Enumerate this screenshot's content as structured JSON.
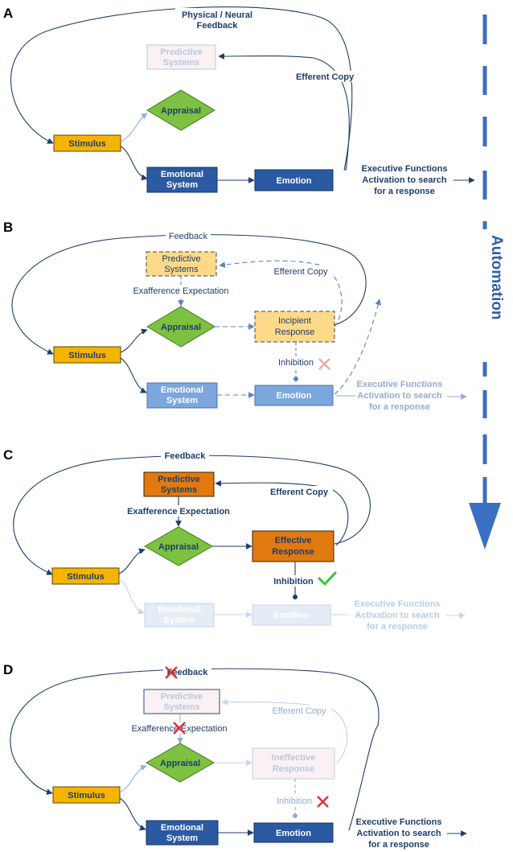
{
  "panels": {
    "A": {
      "letter": "A",
      "feedback": [
        "Physical / Neural",
        "Feedback"
      ],
      "predictive": [
        "Predictive",
        "Systems"
      ],
      "efferent": "Efferent Copy",
      "appraisal": "Appraisal",
      "stimulus": "Stimulus",
      "emotional": [
        "Emotional",
        "System"
      ],
      "emotion": "Emotion",
      "executive": [
        "Executive Functions",
        "Activation to search",
        "for a response"
      ]
    },
    "B": {
      "letter": "B",
      "feedback": "Feedback",
      "predictive": [
        "Predictive",
        "Systems"
      ],
      "efferent": "Efferent Copy",
      "exafference": "Exafference Expectation",
      "appraisal": "Appraisal",
      "incipient": [
        "Incipient",
        "Response"
      ],
      "stimulus": "Stimulus",
      "inhibition": "Inhibition",
      "emotional": [
        "Emotional",
        "System"
      ],
      "emotion": "Emotion",
      "executive": [
        "Executive Functions",
        "Activation to search",
        "for a response"
      ]
    },
    "C": {
      "letter": "C",
      "feedback": "Feedback",
      "predictive": [
        "Predictive",
        "Systems"
      ],
      "efferent": "Efferent Copy",
      "exafference": "Exafference Expectation",
      "appraisal": "Appraisal",
      "effective": [
        "Effective",
        "Response"
      ],
      "stimulus": "Stimulus",
      "inhibition": "Inhibition",
      "emotional": [
        "Emotional",
        "System"
      ],
      "emotion": "Emotion",
      "executive": [
        "Executive Functions",
        "Activation to search",
        "for a response"
      ]
    },
    "D": {
      "letter": "D",
      "feedback": "Feedback",
      "predictive": [
        "Predictive",
        "Systems"
      ],
      "efferent": "Efferent Copy",
      "exafference": "Exafference Expectation",
      "appraisal": "Appraisal",
      "ineffective": [
        "Ineffective",
        "Response"
      ],
      "stimulus": "Stimulus",
      "inhibition": "Inhibition",
      "emotional": [
        "Emotional",
        "System"
      ],
      "emotion": "Emotion",
      "executive": [
        "Executive Functions",
        "Activation to search",
        "for a response"
      ]
    }
  },
  "automation": "Automation",
  "colors": {
    "navy": "#1f3d6b",
    "stimulus": "#f5b400",
    "appraisal": "#7cc142",
    "emotion_box": "#2b5aa3",
    "effective": "#e07a10",
    "faded_blue": "#7ba7de",
    "incipient": "#fdd98a",
    "check": "#3cc23c",
    "cross": "#e03030"
  }
}
